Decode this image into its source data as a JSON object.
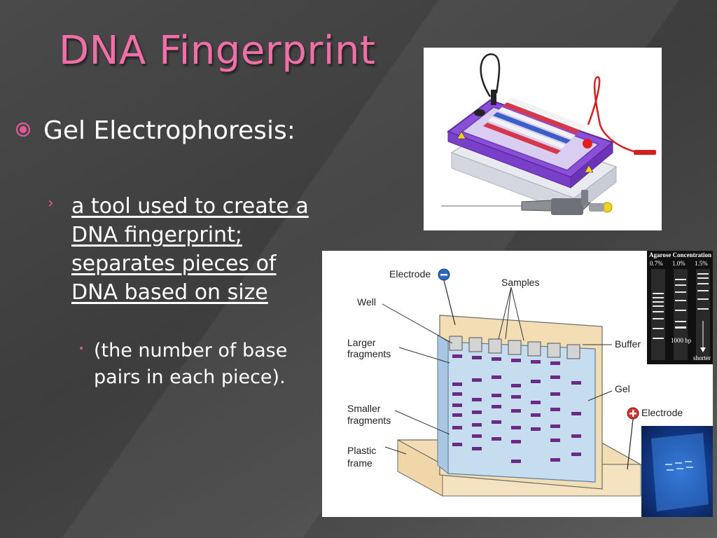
{
  "slide": {
    "title": "DNA Fingerprint",
    "accent_color": "#f06fa6",
    "bullet_color": "#e05a93"
  },
  "bullets": {
    "level1": {
      "icon": "target-bullet-icon",
      "text": "Gel Electrophoresis:"
    },
    "level2": {
      "icon": "chevron-right-icon",
      "text": "a tool used to create a DNA fingerprint; separates pieces of DNA based on size"
    },
    "level3": {
      "icon": "dot-bullet-icon",
      "text": "(the number of base pairs in each piece)."
    }
  },
  "diagram": {
    "labels": {
      "electrode_neg": "Electrode",
      "samples": "Samples",
      "well": "Well",
      "larger_1": "Larger",
      "larger_2": "fragments",
      "buffer": "Buffer",
      "gel": "Gel",
      "electrode_pos": "Electrode",
      "smaller_1": "Smaller",
      "smaller_2": "fragments",
      "plastic_1": "Plastic",
      "plastic_2": "frame"
    },
    "inset": {
      "title": "Agarose Concentration",
      "lanes": [
        "0.7%",
        "1.0%",
        "1.5%"
      ],
      "marker": "1000 bp",
      "arrow_label": "shorter"
    }
  }
}
